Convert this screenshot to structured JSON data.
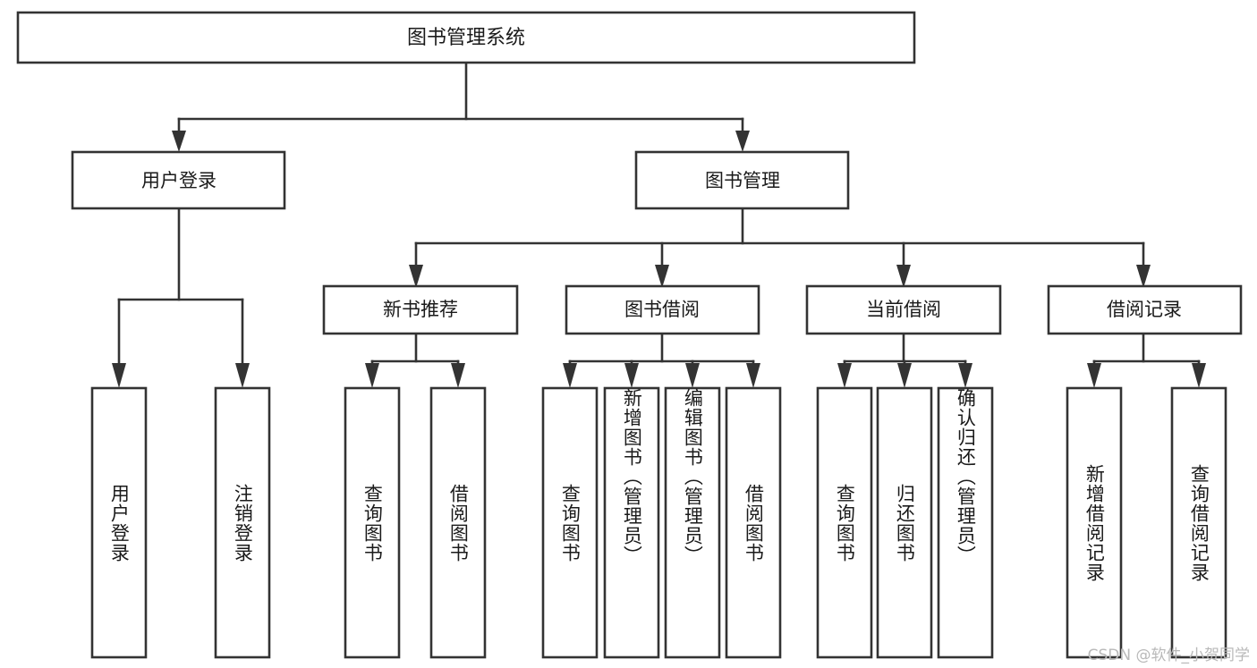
{
  "diagram": {
    "title": "图书管理系统",
    "type": "tree-hierarchy-chart",
    "watermark": "CSDN @软件_小贺同学",
    "colors": {
      "stroke": "#333333",
      "fill": "#ffffff",
      "text": "#1a1a1a",
      "watermark": "#b9b9b9"
    },
    "levels": {
      "root": "图书管理系统",
      "level1": [
        "用户登录",
        "图书管理"
      ],
      "level2": [
        "新书推荐",
        "图书借阅",
        "当前借阅",
        "借阅记录"
      ],
      "level3": [
        "用户登录",
        "注销登录",
        "查询图书",
        "借阅图书",
        "查询图书",
        "新增图书（管理员）",
        "编辑图书（管理员）",
        "借阅图书",
        "查询图书",
        "归还图书",
        "确认归还（管理员）",
        "新增借阅记录",
        "查询借阅记录"
      ]
    },
    "nodes": {
      "root": {
        "label": "图书管理系统"
      },
      "user_login": {
        "label": "用户登录"
      },
      "book_manage": {
        "label": "图书管理"
      },
      "new_book_rec": {
        "label": "新书推荐"
      },
      "book_borrow": {
        "label": "图书借阅"
      },
      "current_borrow": {
        "label": "当前借阅"
      },
      "borrow_record": {
        "label": "借阅记录"
      },
      "leaf_user_login": {
        "label": "用户登录"
      },
      "leaf_logout": {
        "label": "注销登录"
      },
      "leaf_query_book_1": {
        "label": "查询图书"
      },
      "leaf_borrow_book_1": {
        "label": "借阅图书"
      },
      "leaf_query_book_2": {
        "label": "查询图书"
      },
      "leaf_add_book_admin": {
        "label": "新增图书（管理员）"
      },
      "leaf_edit_book_admin": {
        "label": "编辑图书（管理员）"
      },
      "leaf_borrow_book_2": {
        "label": "借阅图书"
      },
      "leaf_query_book_3": {
        "label": "查询图书"
      },
      "leaf_return_book": {
        "label": "归还图书"
      },
      "leaf_confirm_return_admin": {
        "label": "确认归还（管理员）"
      },
      "leaf_add_borrow_record": {
        "label": "新增借阅记录"
      },
      "leaf_query_borrow_record": {
        "label": "查询借阅记录"
      }
    },
    "edges": [
      {
        "from": "root",
        "to": "user_login"
      },
      {
        "from": "root",
        "to": "book_manage"
      },
      {
        "from": "user_login",
        "to": "leaf_user_login"
      },
      {
        "from": "user_login",
        "to": "leaf_logout"
      },
      {
        "from": "book_manage",
        "to": "new_book_rec"
      },
      {
        "from": "book_manage",
        "to": "book_borrow"
      },
      {
        "from": "book_manage",
        "to": "current_borrow"
      },
      {
        "from": "book_manage",
        "to": "borrow_record"
      },
      {
        "from": "new_book_rec",
        "to": "leaf_query_book_1"
      },
      {
        "from": "new_book_rec",
        "to": "leaf_borrow_book_1"
      },
      {
        "from": "book_borrow",
        "to": "leaf_query_book_2"
      },
      {
        "from": "book_borrow",
        "to": "leaf_add_book_admin"
      },
      {
        "from": "book_borrow",
        "to": "leaf_edit_book_admin"
      },
      {
        "from": "book_borrow",
        "to": "leaf_borrow_book_2"
      },
      {
        "from": "current_borrow",
        "to": "leaf_query_book_3"
      },
      {
        "from": "current_borrow",
        "to": "leaf_return_book"
      },
      {
        "from": "current_borrow",
        "to": "leaf_confirm_return_admin"
      },
      {
        "from": "borrow_record",
        "to": "leaf_add_borrow_record"
      },
      {
        "from": "borrow_record",
        "to": "leaf_query_borrow_record"
      }
    ]
  }
}
